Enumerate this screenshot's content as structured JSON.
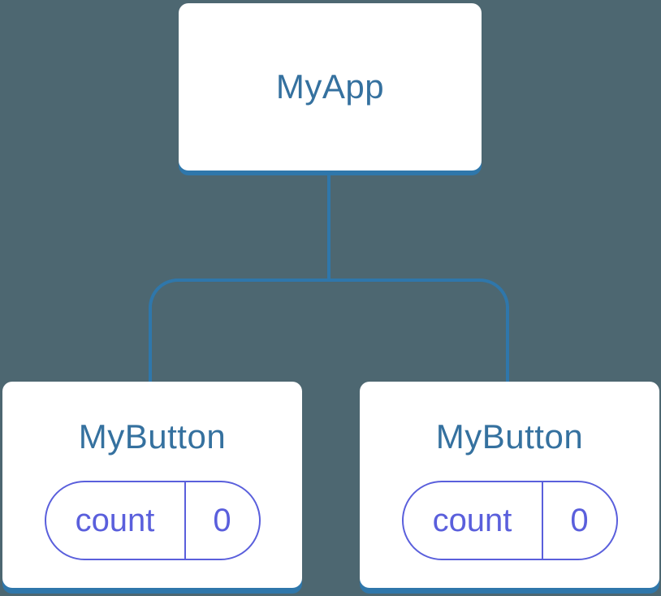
{
  "diagram": {
    "type": "component-tree",
    "colors": {
      "background": "#4d6771",
      "connector_blue": "#2f77ab",
      "title_blue": "#35719f",
      "state_indigo": "#5a5fdc",
      "card_white": "#ffffff"
    },
    "root": {
      "label": "MyApp"
    },
    "children": [
      {
        "label": "MyButton",
        "state": {
          "key": "count",
          "value": "0"
        }
      },
      {
        "label": "MyButton",
        "state": {
          "key": "count",
          "value": "0"
        }
      }
    ]
  }
}
